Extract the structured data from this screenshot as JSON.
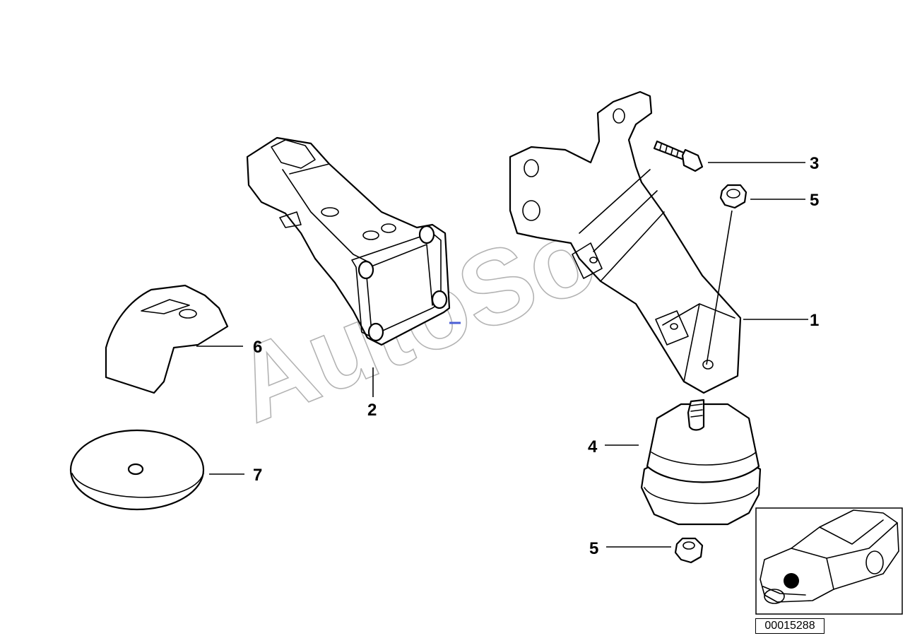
{
  "diagram": {
    "callouts": [
      {
        "id": "c1",
        "label": "1"
      },
      {
        "id": "c2",
        "label": "2"
      },
      {
        "id": "c3",
        "label": "3"
      },
      {
        "id": "c4",
        "label": "4"
      },
      {
        "id": "c5a",
        "label": "5"
      },
      {
        "id": "c5b",
        "label": "5"
      },
      {
        "id": "c6",
        "label": "6"
      },
      {
        "id": "c7",
        "label": "7"
      }
    ],
    "watermark": "AutoSoft",
    "diagram_code": "00015288"
  }
}
